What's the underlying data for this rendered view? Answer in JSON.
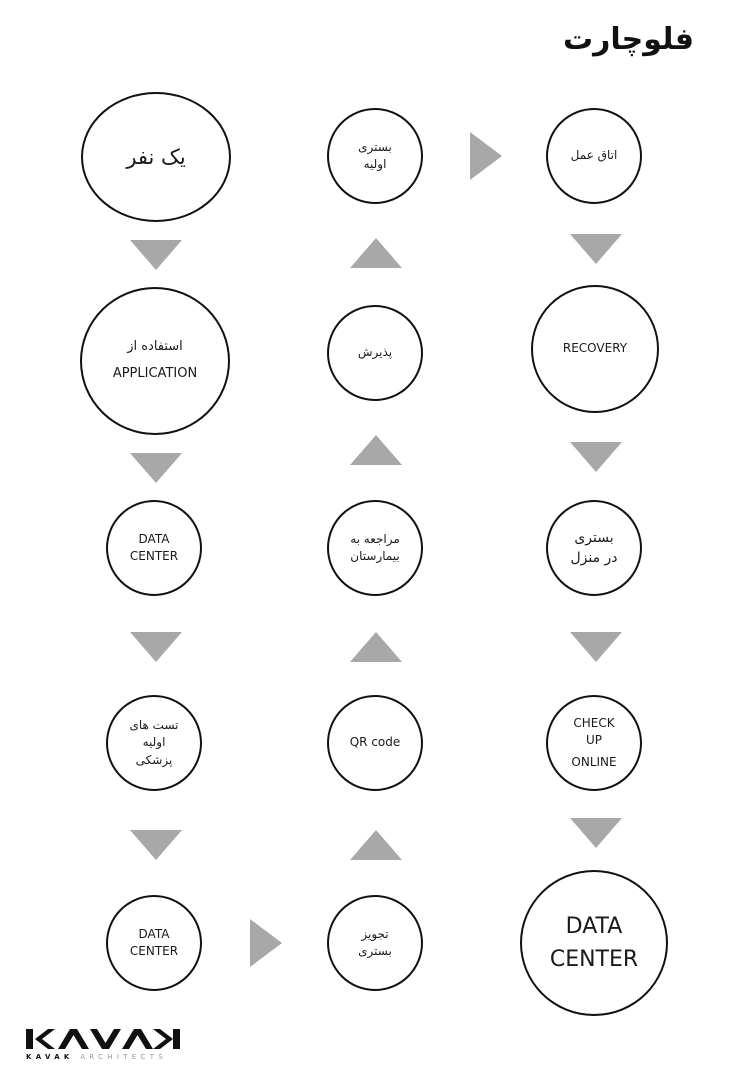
{
  "title": "فلوچارت",
  "nodes": {
    "one_person": "یک نفر",
    "using_app_l1": "استفاده از",
    "using_app_l2": "APPLICATION",
    "data_center_a_l1": "DATA",
    "data_center_a_l2": "CENTER",
    "tests_l1": "تست های",
    "tests_l2": "اولیه",
    "tests_l3": "پزشکی",
    "data_center_b_l1": "DATA",
    "data_center_b_l2": "CENTER",
    "prescription_l1": "تجویز",
    "prescription_l2": "بستری",
    "qr_code": "QR code",
    "hospital_l1": "مراجعه به",
    "hospital_l2": "بیمارستان",
    "admission": "پذیرش",
    "initial_bed_l1": "بستری",
    "initial_bed_l2": "اولیه",
    "operating_room": "اتاق عمل",
    "recovery": "RECOVERY",
    "home_bed_l1": "بستری",
    "home_bed_l2": "در منزل",
    "checkup_l1": "CHECK",
    "checkup_l2": "UP",
    "checkup_l3": "ONLINE",
    "data_center_final_l1": "DATA",
    "data_center_final_l2": "CENTER"
  },
  "logo": {
    "brand": "KAVAK",
    "sub_bold": "KAVAK",
    "sub_light": "ARCHITECTS"
  }
}
